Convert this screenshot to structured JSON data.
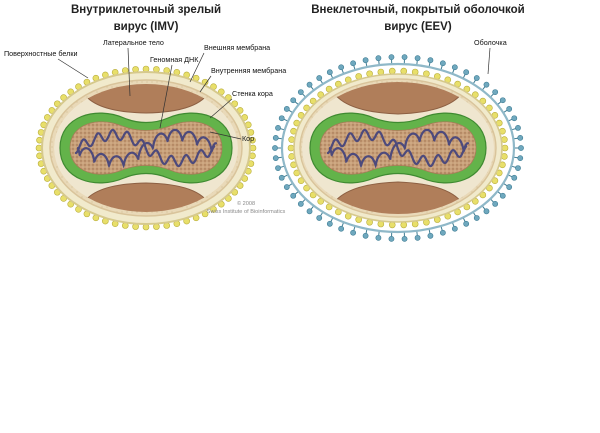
{
  "left_virus": {
    "title_line1": "Внутриклеточный зрелый",
    "title_line2": "вирус (IMV)",
    "labels": {
      "surface_proteins": "Поверхностные белки",
      "lateral_body": "Латеральное тело",
      "genomic_dna": "Геномная ДНК",
      "outer_membrane": "Внешняя мембрана",
      "inner_membrane": "Внутренняя мембрана",
      "core_wall": "Стенка кора",
      "core": "Кор"
    },
    "credit_line1": "© 2008",
    "credit_line2": "Swiss Institute of Bioinformatics"
  },
  "right_virus": {
    "title_line1": "Внеклеточный, покрытый оболочкой",
    "title_line2": "вирус (EEV)",
    "labels": {
      "envelope": "Оболочка"
    }
  },
  "colors": {
    "yellow_protein": "#e8df6a",
    "blue_protein": "#6fa8be",
    "membrane_tan": "#e7d6b4",
    "green_wall": "#63b34a",
    "core_brown": "#b98c6a",
    "lateral_body_brown": "#b07e5a",
    "dna_purple": "#4d4a7c"
  }
}
